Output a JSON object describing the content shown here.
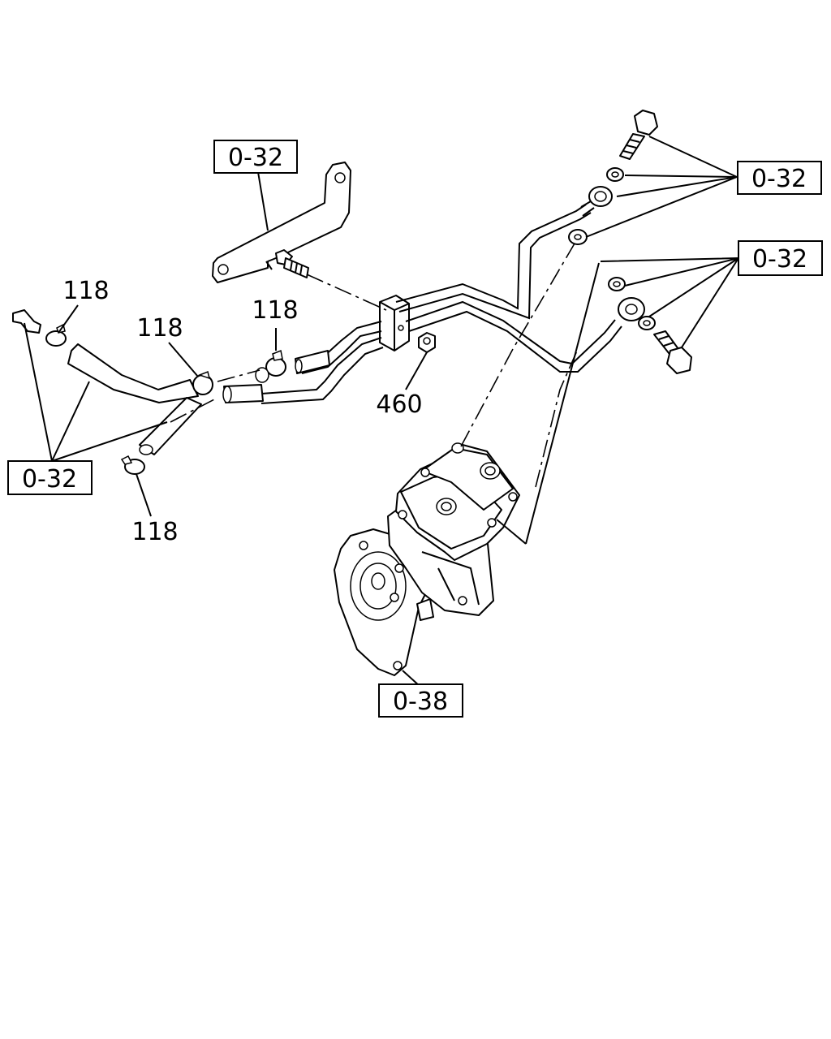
{
  "callouts": {
    "ref_bracket_top": "0-32",
    "ref_banjo_upper": "0-32",
    "ref_banjo_lower": "0-32",
    "ref_left_fittings": "0-32",
    "ref_compressor": "0-38"
  },
  "part_numbers": {
    "clamp_upper_left": "118",
    "clamp_mid_left": "118",
    "clamp_center": "118",
    "clamp_lower": "118",
    "nut": "460"
  }
}
